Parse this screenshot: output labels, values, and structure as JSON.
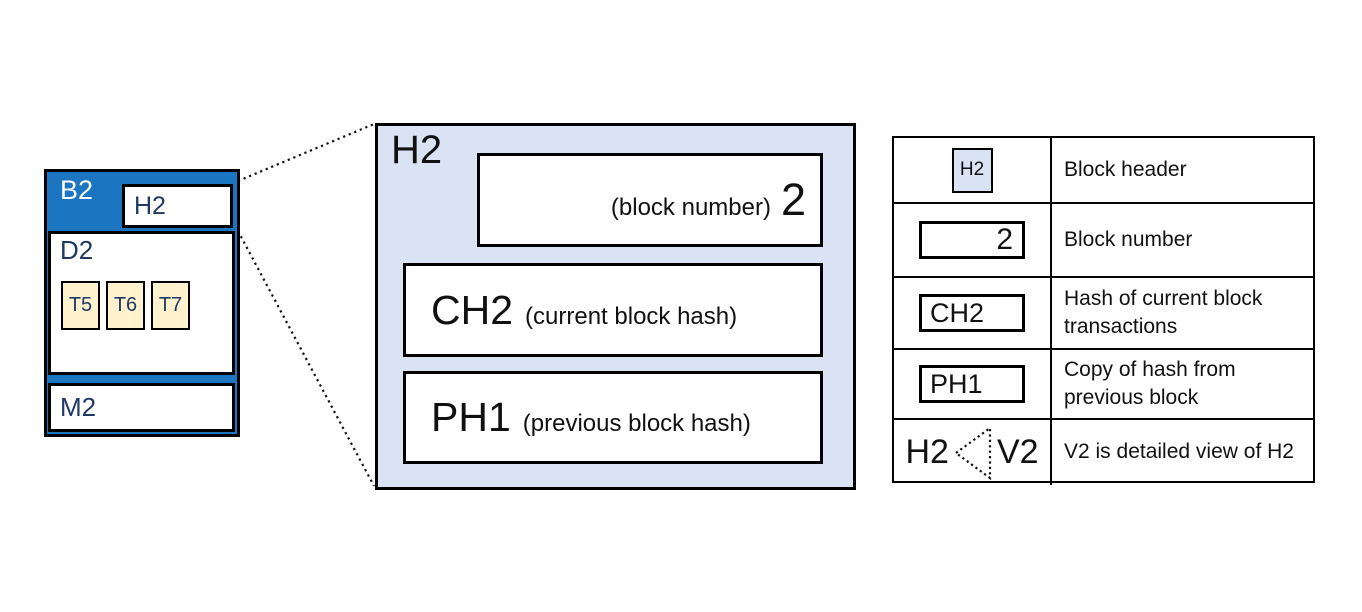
{
  "colors": {
    "block_fill": "#1b75c0",
    "block_text": "#ffffff",
    "navy_label": "#1f3864",
    "transaction_fill": "#fff2cc",
    "detail_fill": "#dae3f3",
    "box_fill": "#ffffff",
    "border": "#000000"
  },
  "block": {
    "label": "B2",
    "header_label": "H2",
    "data_label": "D2",
    "transactions": [
      "T5",
      "T6",
      "T7"
    ],
    "merkle_label": "M2"
  },
  "detail_view": {
    "label": "H2",
    "block_number": {
      "note": "(block number)",
      "value": "2"
    },
    "current_hash": {
      "value": "CH2",
      "note": "(current block hash)"
    },
    "previous_hash": {
      "value": "PH1",
      "note": "(previous block hash)"
    }
  },
  "legend": {
    "rows": [
      {
        "symbol": "H2",
        "description": "Block header"
      },
      {
        "symbol": "2",
        "description": "Block number"
      },
      {
        "symbol": "CH2",
        "description": "Hash of current block transactions"
      },
      {
        "symbol": "PH1",
        "description": "Copy of hash from previous block"
      },
      {
        "symbol_left": "H2",
        "symbol_right": "V2",
        "description": "V2 is detailed view of  H2"
      }
    ]
  }
}
